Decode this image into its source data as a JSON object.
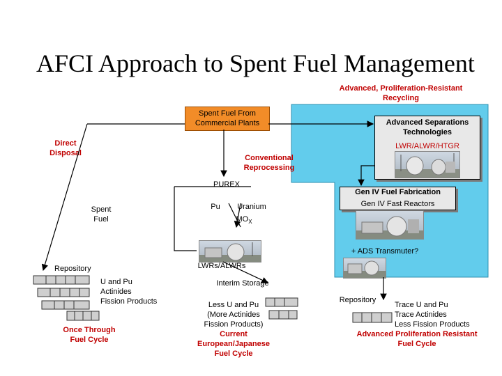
{
  "title": "AFCI Approach to Spent Fuel Management",
  "recycling_header": {
    "line1": "Advanced, Proliferation-Resistant",
    "line2": "Recycling"
  },
  "spent_fuel_source": {
    "line1": "Spent Fuel From",
    "line2": "Commercial Plants"
  },
  "direct_disposal": {
    "line1": "Direct",
    "line2": "Disposal"
  },
  "conventional": {
    "line1": "Conventional",
    "line2": "Reprocessing"
  },
  "adv_separations": {
    "line1": "Advanced Separations",
    "line2": "Technologies",
    "line3": "LWR/ALWR/HTGR"
  },
  "purex": "PUREX",
  "pu": "Pu",
  "uranium": "Uranium",
  "mox_main": "MO",
  "mox_sub": "X",
  "spent_fuel_label": {
    "line1": "Spent",
    "line2": "Fuel"
  },
  "gen4_fab": {
    "line1": "Gen IV Fuel Fabrication",
    "line2": "Gen IV Fast Reactors"
  },
  "ads": "+ ADS Transmuter?",
  "lwrs_alwrs": "LWRs/ALWRs",
  "repository_left": "Repository",
  "u_pu_list": {
    "line1": "U and Pu",
    "line2": "Actinides",
    "line3": "Fission Products"
  },
  "once_through": {
    "line1": "Once Through",
    "line2": "Fuel Cycle"
  },
  "interim_storage": "Interim Storage",
  "less_u_pu": {
    "line1": "Less U and Pu",
    "line2": "(More Actinides",
    "line3": "Fission Products)"
  },
  "current_cycle": {
    "line1": "Current",
    "line2": "European/Japanese",
    "line3": "Fuel Cycle"
  },
  "repository_right": "Repository",
  "trace_list": {
    "line1": "Trace U and Pu",
    "line2": "Trace Actinides",
    "line3": "Less Fission Products"
  },
  "advanced_cycle": {
    "line1": "Advanced Proliferation Resistant",
    "line2": "Fuel Cycle"
  },
  "colors": {
    "recycling_panel": "#62ccec",
    "red_text": "#c00000",
    "blue_text": "#1a1ab0",
    "box_fill": "#e8e8e8"
  }
}
